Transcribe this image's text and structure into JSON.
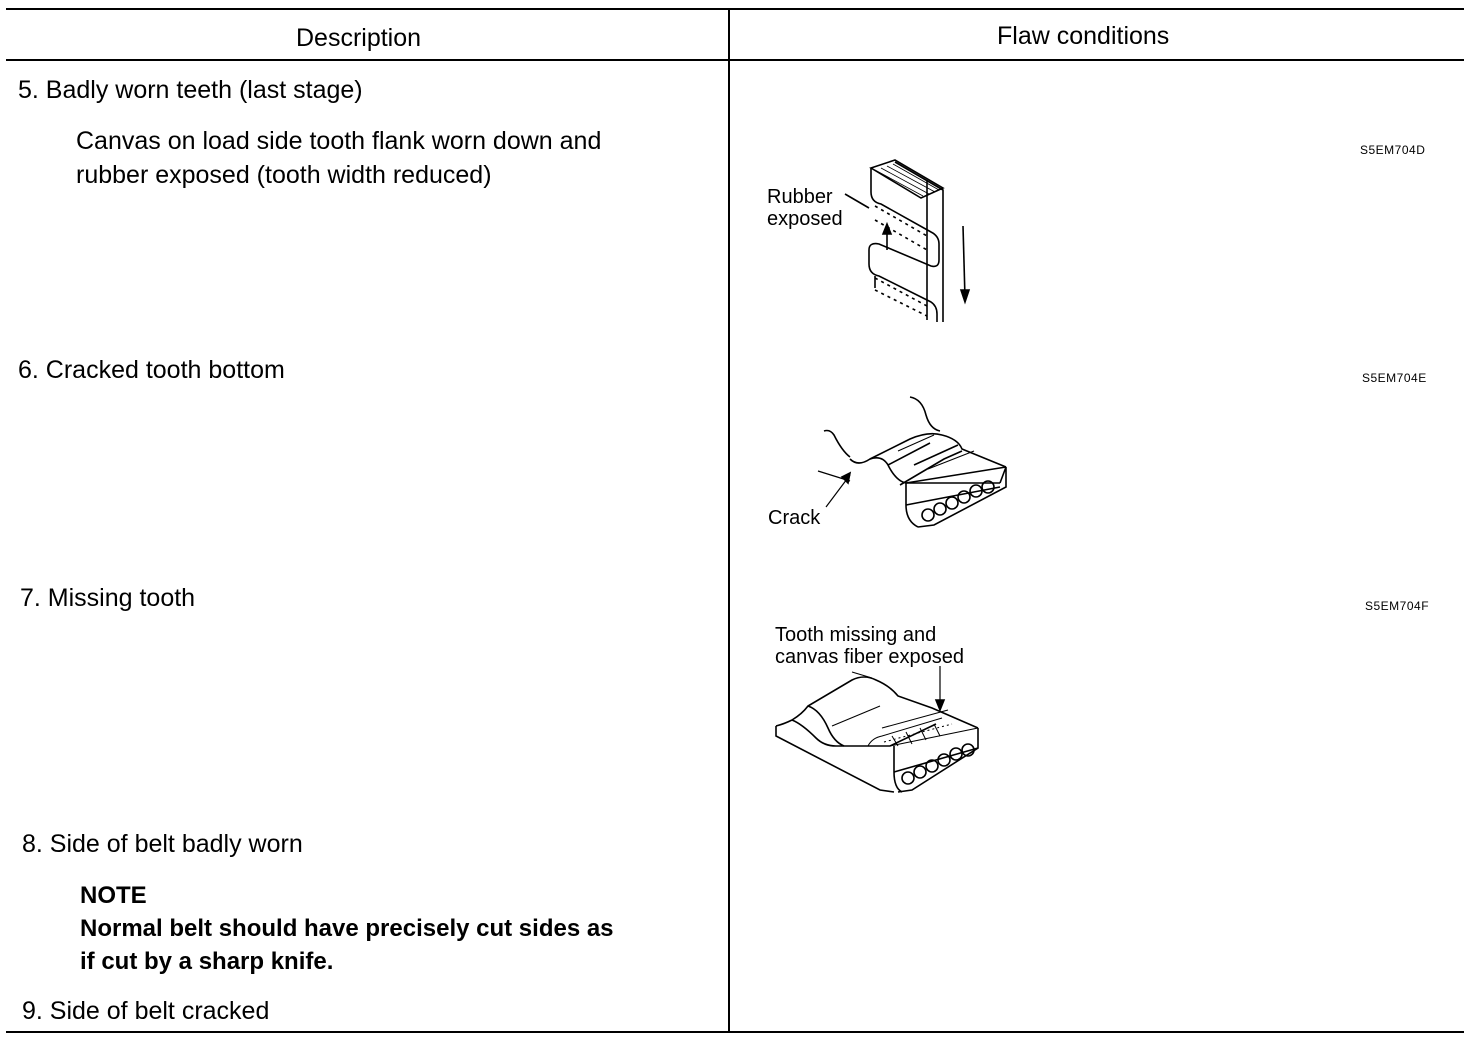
{
  "header": {
    "description": "Description",
    "flaw_conditions": "Flaw conditions"
  },
  "rows": [
    {
      "label": "5. Badly worn teeth (last stage)",
      "detail_line1": "Canvas on load side tooth flank worn down and",
      "detail_line2": "rubber exposed (tooth width reduced)",
      "figure_code": "S5EM704D",
      "callout": [
        "Rubber",
        "exposed"
      ]
    },
    {
      "label": "6. Cracked tooth bottom",
      "figure_code": "S5EM704E",
      "callout": [
        "Crack"
      ]
    },
    {
      "label": "7. Missing tooth",
      "figure_code": "S5EM704F",
      "callout": [
        "Tooth missing and",
        "canvas fiber exposed"
      ]
    },
    {
      "label": "8. Side of belt badly worn",
      "note_title": "NOTE",
      "note_line1": "Normal belt should have precisely cut sides as",
      "note_line2": "if cut by a sharp knife."
    },
    {
      "label": "9. Side of belt cracked"
    }
  ]
}
